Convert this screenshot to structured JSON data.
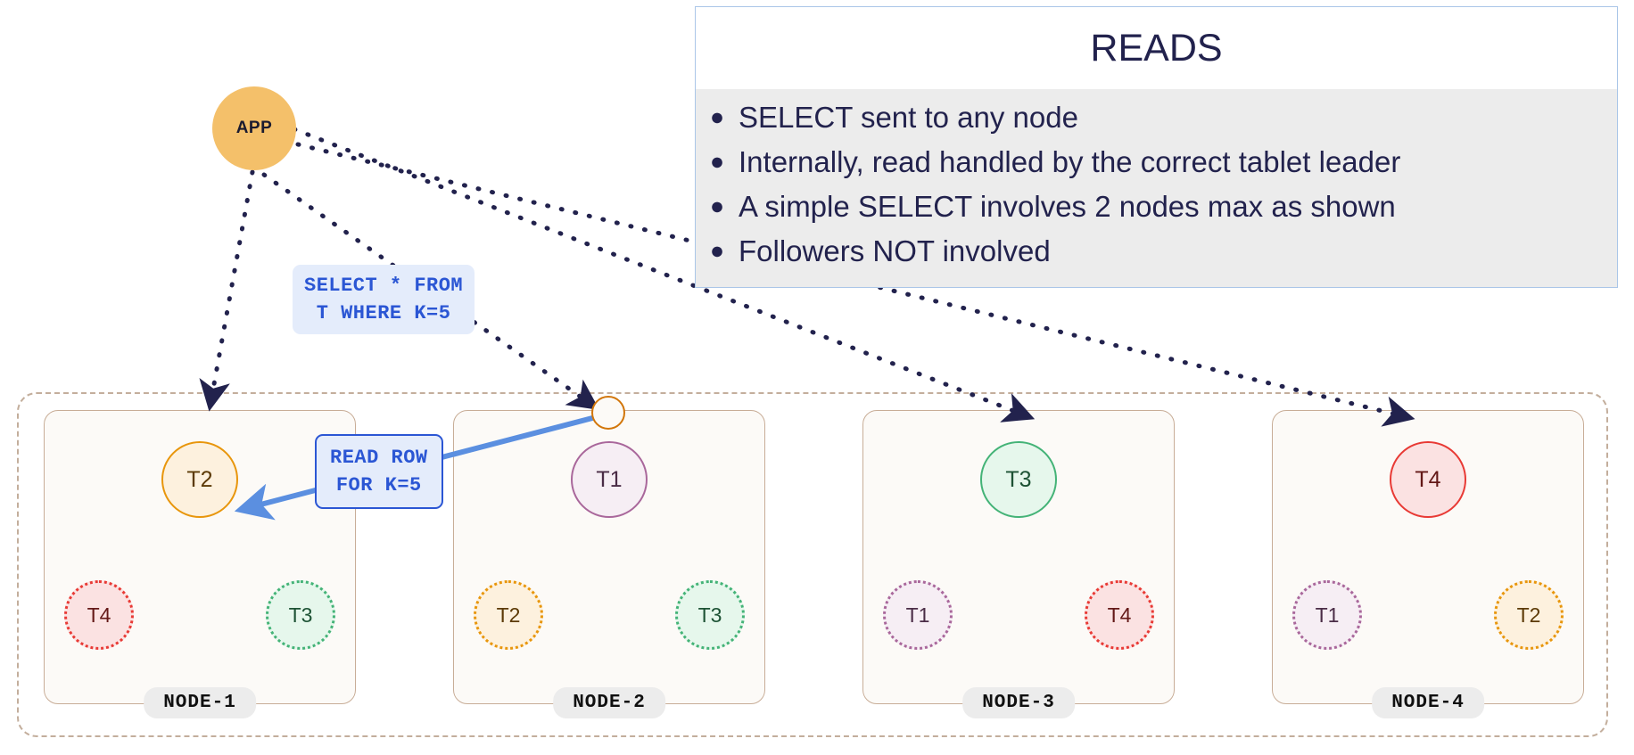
{
  "diagram": {
    "app": {
      "label": "APP"
    },
    "reads_panel": {
      "title": "READS",
      "bullet": "●",
      "bullets": [
        "SELECT sent to any node",
        "Internally, read handled by the correct tablet leader",
        "A simple SELECT involves 2 nodes max as shown",
        "Followers NOT involved"
      ]
    },
    "labels": {
      "select_query": "SELECT * FROM\nT WHERE K=5",
      "read_row": "READ ROW\nFOR K=5"
    },
    "nodes": [
      {
        "name": "NODE-1",
        "tablets": [
          {
            "id": "T2",
            "role": "leader",
            "position": "top"
          },
          {
            "id": "T4",
            "role": "follower",
            "position": "bottom-left"
          },
          {
            "id": "T3",
            "role": "follower",
            "position": "bottom-right"
          }
        ]
      },
      {
        "name": "NODE-2",
        "tablets": [
          {
            "id": "T1",
            "role": "leader",
            "position": "top"
          },
          {
            "id": "T2",
            "role": "follower",
            "position": "bottom-left"
          },
          {
            "id": "T3",
            "role": "follower",
            "position": "bottom-right"
          }
        ]
      },
      {
        "name": "NODE-3",
        "tablets": [
          {
            "id": "T3",
            "role": "leader",
            "position": "top"
          },
          {
            "id": "T1",
            "role": "follower",
            "position": "bottom-left"
          },
          {
            "id": "T4",
            "role": "follower",
            "position": "bottom-right"
          }
        ]
      },
      {
        "name": "NODE-4",
        "tablets": [
          {
            "id": "T4",
            "role": "leader",
            "position": "top"
          },
          {
            "id": "T1",
            "role": "follower",
            "position": "bottom-left"
          },
          {
            "id": "T2",
            "role": "follower",
            "position": "bottom-right"
          }
        ]
      }
    ],
    "colors": {
      "app_fill": "#f4c06a",
      "panel_border": "#aac6e8",
      "panel_body": "#ececec",
      "text_navy": "#22224d",
      "code_blue": "#2b56d4",
      "code_bg": "#e4ecfb",
      "cluster_border": "#c3ae9c",
      "node_border": "#c8ad97",
      "node_fill": "#fcfaf7",
      "arrow_dotted": "#22224d",
      "arrow_solid": "#5b8fe0",
      "hop_border": "#d2760a",
      "t1": "#a9679b",
      "t2": "#e8960c",
      "t3": "#44b377",
      "t4": "#e83a35"
    }
  }
}
